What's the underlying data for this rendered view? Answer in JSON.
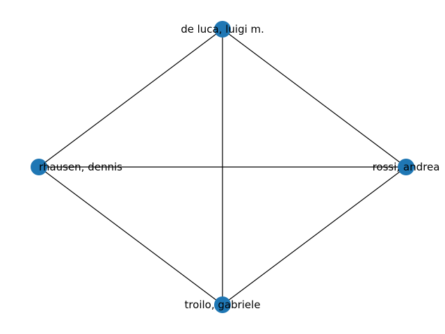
{
  "graph": {
    "node_color": "#1f77b4",
    "edge_color": "#000000",
    "nodes": [
      {
        "id": "n1",
        "label": "de luca, luigi m."
      },
      {
        "id": "n2",
        "label": "rossi, andrea"
      },
      {
        "id": "n3",
        "label": "troilo, gabriele"
      },
      {
        "id": "n4",
        "label": "rhausen, dennis"
      }
    ],
    "edges": [
      [
        "n1",
        "n4"
      ],
      [
        "n1",
        "n2"
      ],
      [
        "n1",
        "n3"
      ],
      [
        "n4",
        "n2"
      ],
      [
        "n4",
        "n3"
      ],
      [
        "n2",
        "n3"
      ]
    ]
  }
}
